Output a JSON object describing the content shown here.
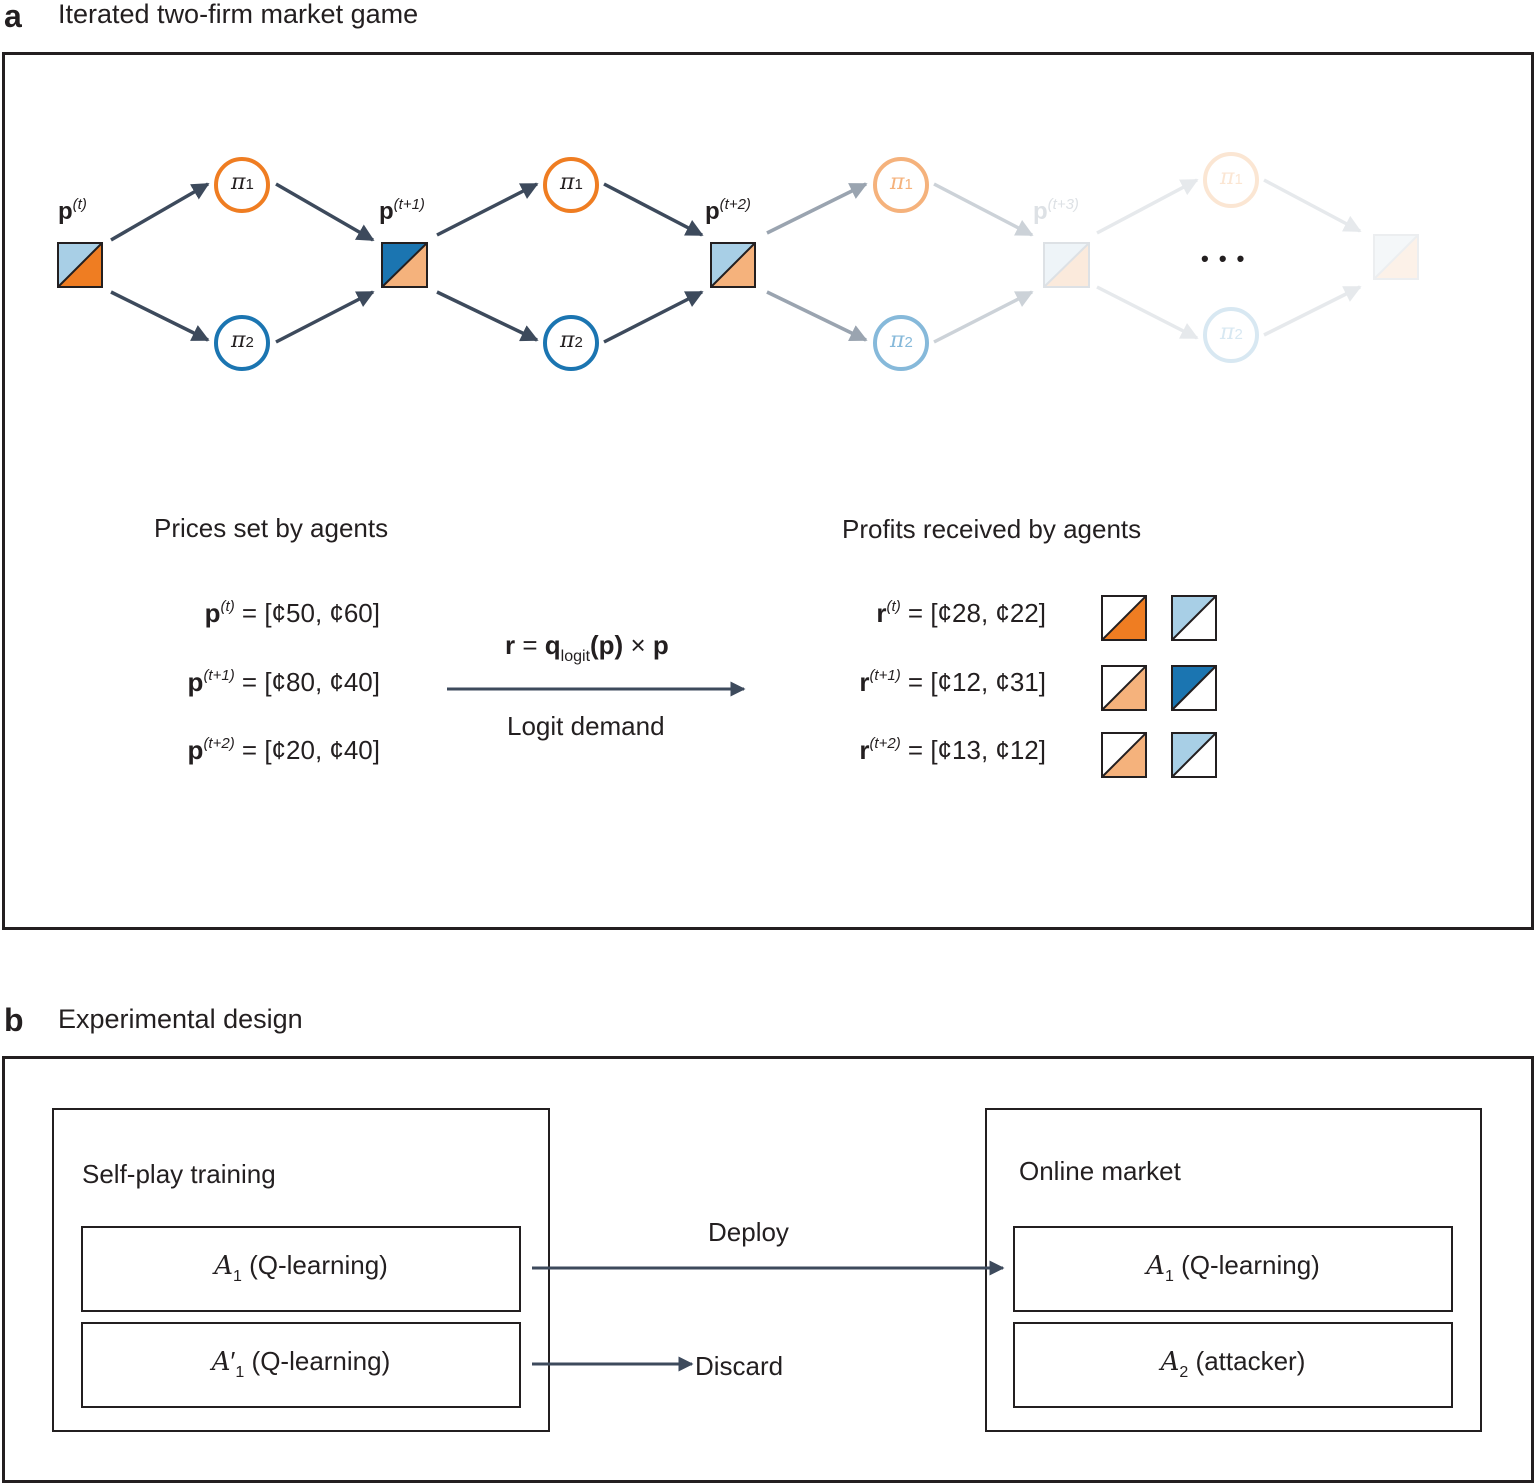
{
  "panel_a": {
    "letter": "a",
    "title": "Iterated two-firm market game",
    "states": [
      {
        "label_main": "p",
        "label_sup": "(t)"
      },
      {
        "label_main": "p",
        "label_sup": "(t+1)"
      },
      {
        "label_main": "p",
        "label_sup": "(t+2)"
      },
      {
        "label_main": "p",
        "label_sup": "(t+3)"
      }
    ],
    "policy_symbol": "π",
    "policy_sub_1": "1",
    "policy_sub_2": "2",
    "ellipsis": "• • •",
    "prices_heading": "Prices set by agents",
    "profits_heading": "Profits received by agents",
    "prices": [
      {
        "main": "p",
        "sup": "(t)",
        "rest": " = [¢50, ¢60]"
      },
      {
        "main": "p",
        "sup": "(t+1)",
        "rest": " = [¢80, ¢40]"
      },
      {
        "main": "p",
        "sup": "(t+2)",
        "rest": " = [¢20, ¢40]"
      }
    ],
    "profits": [
      {
        "main": "r",
        "sup": "(t)",
        "rest": " = [¢28, ¢22]"
      },
      {
        "main": "r",
        "sup": "(t+1)",
        "rest": " = [¢12, ¢31]"
      },
      {
        "main": "r",
        "sup": "(t+2)",
        "rest": " = [¢13, ¢12]"
      }
    ],
    "formula": {
      "r": "r",
      "eq": " = ",
      "q": "q",
      "q_sub": "logit",
      "p_paren": "(p)",
      "times": " × ",
      "p": "p"
    },
    "arrow_label": "Logit demand",
    "colors": {
      "orange": "#ef7d22",
      "orange_light": "#f5b27c",
      "blue": "#1b75b1",
      "blue_light": "#a8cfe6",
      "arrow": "#3d4a5c",
      "outline": "#231f20"
    }
  },
  "panel_b": {
    "letter": "b",
    "title": "Experimental design",
    "left_box_title": "Self-play training",
    "left_agent_1": {
      "sym": "A",
      "sub": "1",
      "prime": "",
      "text": " (Q-learning)"
    },
    "left_agent_2": {
      "sym": "A",
      "sub": "1",
      "prime": "′",
      "text": " (Q-learning)"
    },
    "deploy_label": "Deploy",
    "discard_label": "Discard",
    "right_box_title": "Online market",
    "right_agent_1": {
      "sym": "A",
      "sub": "1",
      "prime": "",
      "text": " (Q-learning)"
    },
    "right_agent_2": {
      "sym": "A",
      "sub": "2",
      "prime": "",
      "text": " (attacker)"
    }
  }
}
